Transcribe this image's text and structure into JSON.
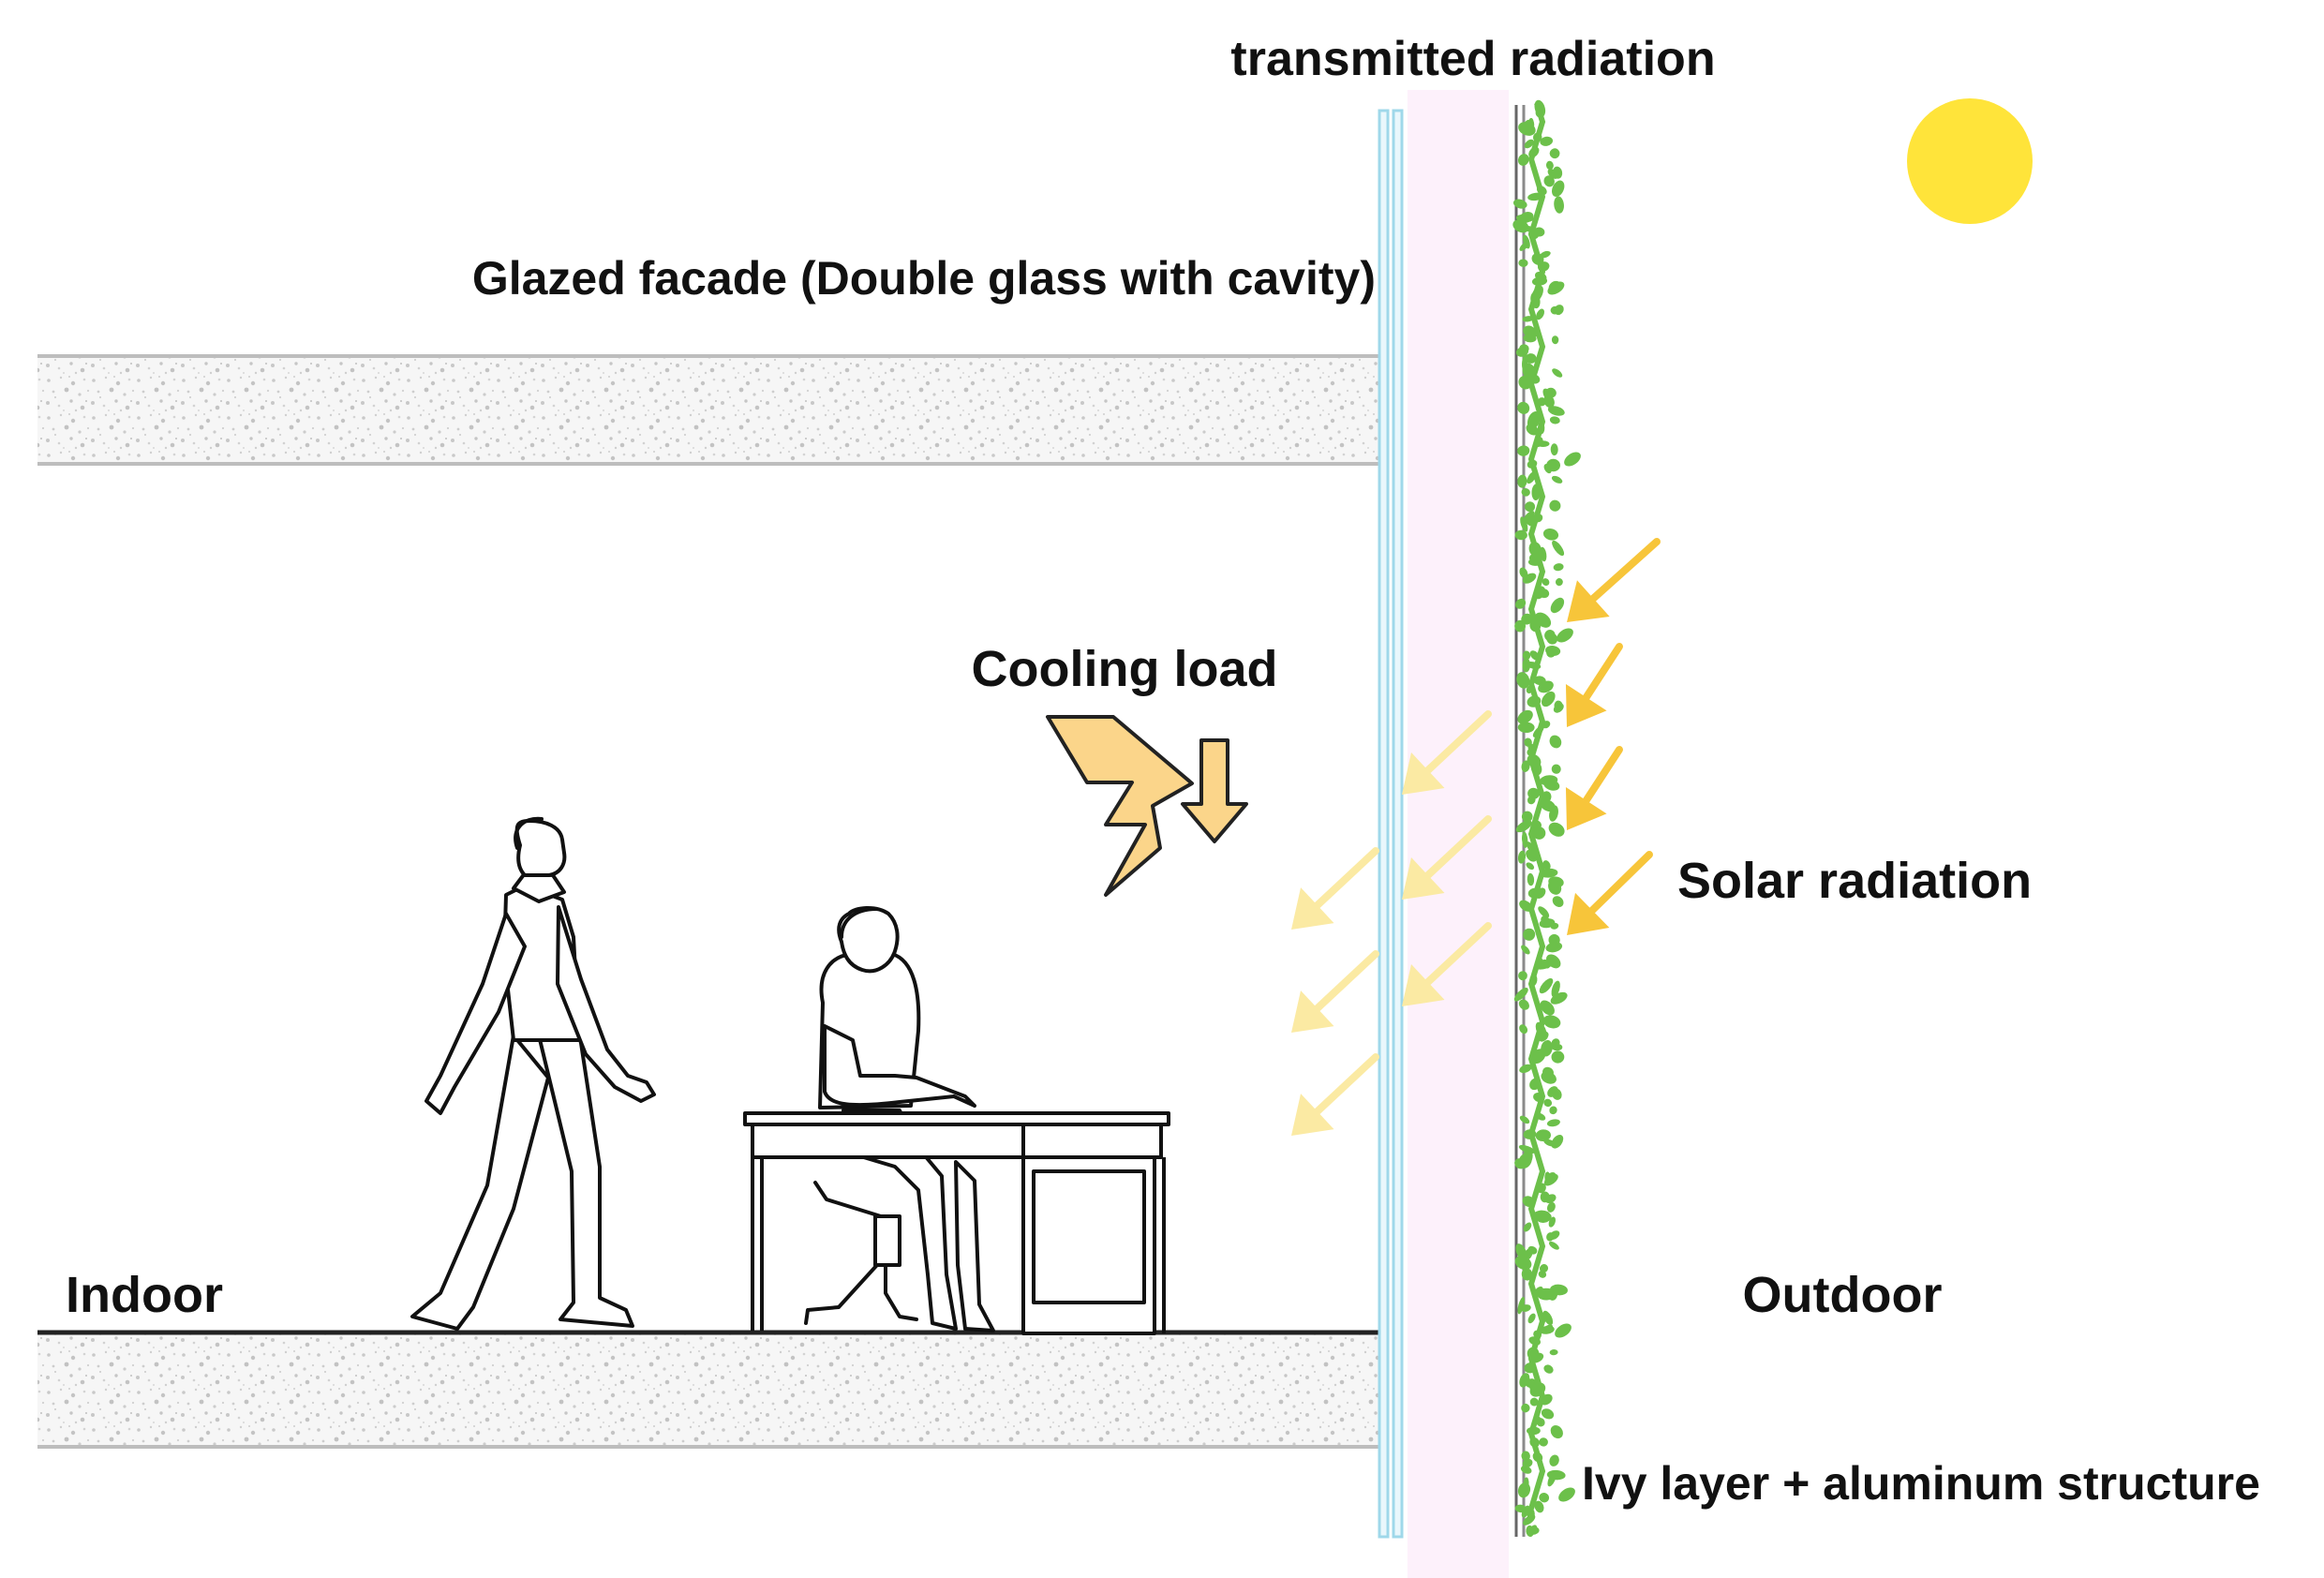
{
  "labels": {
    "transmitted": "transmitted radiation",
    "glazed": "Glazed facade (Double glass with cavity)",
    "cooling": "Cooling load",
    "solar": "Solar radiation",
    "indoor": "Indoor",
    "outdoor": "Outdoor",
    "ivy": "Ivy layer + aluminum structure"
  },
  "colors": {
    "sun": "#ffe43a",
    "solar_arrow": "#f7c53a",
    "transmitted_arrow": "#fbeaa3",
    "cooling_icon": "#fbd58a",
    "ivy": "#6cc04a",
    "glass": "#9fd8ea",
    "cavity": "#fdf1fb",
    "slab_dots": "#c9c9c9"
  },
  "icons": [
    "sun-icon",
    "lightning-icon",
    "down-arrow-icon",
    "walking-person-icon",
    "seated-person-icon",
    "desk-icon",
    "ivy-icon"
  ]
}
